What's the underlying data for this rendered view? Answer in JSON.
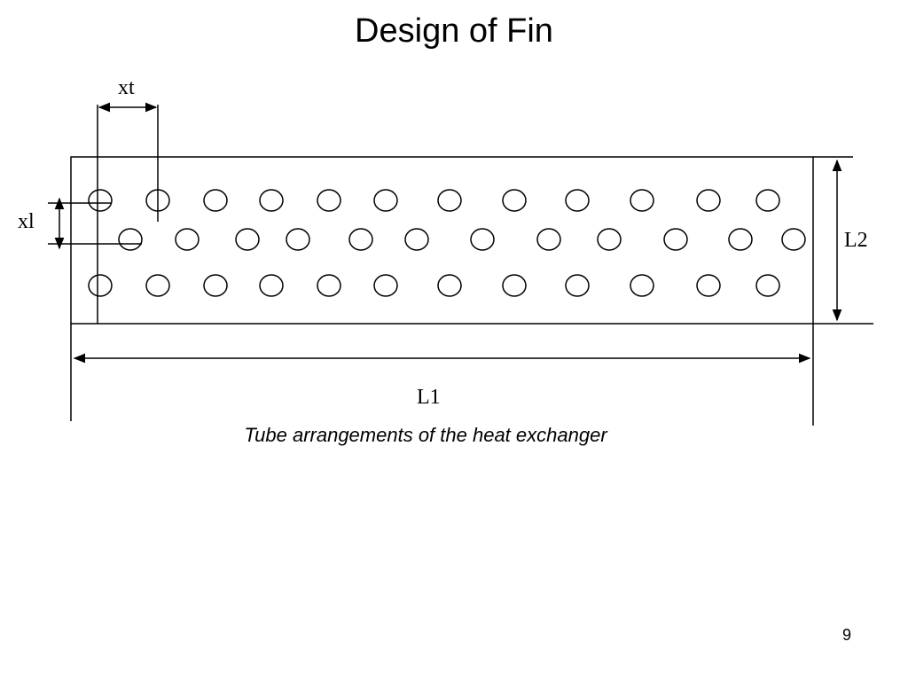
{
  "slide": {
    "title": "Design of Fin",
    "caption": "Tube arrangements of the heat exchanger",
    "page_number": "9"
  },
  "diagram": {
    "labels": {
      "xt": "xt",
      "xl": "xl",
      "L1": "L1",
      "L2": "L2"
    },
    "tube_rows": 3,
    "tubes_per_row": [
      12,
      12,
      12
    ]
  }
}
